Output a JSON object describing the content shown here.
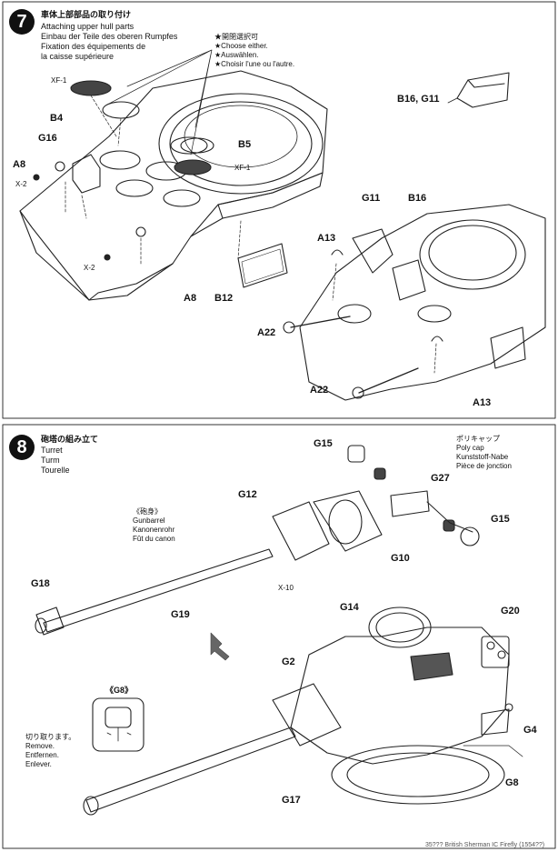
{
  "step7": {
    "number": "7",
    "title_jp": "車体上部部品の取り付け",
    "title_en": "Attaching upper hull parts",
    "title_de": "Einbau der Teile des oberen Rumpfes",
    "title_fr1": "Fixation des équipements de",
    "title_fr2": "la caisse supérieure",
    "option_jp": "★開閉選択可",
    "option_en": "★Choose either.",
    "option_de": "★Auswählen.",
    "option_fr": "★Choisir l'une ou l'autre.",
    "labels": {
      "xf1_a": "XF-1",
      "b4": "B4",
      "g16": "G16",
      "a8_left": "A8",
      "x2_a": "X-2",
      "b5": "B5",
      "xf1_b": "XF-1",
      "x2_b": "X-2",
      "a8_bottom": "A8",
      "b12": "B12",
      "b16_g11": "B16, G11",
      "g11": "G11",
      "b16": "B16",
      "a13_top": "A13",
      "a22_top": "A22",
      "a22_bottom": "A22",
      "a13_bottom": "A13"
    }
  },
  "step8": {
    "number": "8",
    "title_jp": "砲塔の組み立て",
    "title_en": "Turret",
    "title_de": "Turm",
    "title_fr": "Tourelle",
    "polycap_jp": "ポリキャップ",
    "polycap_en": "Poly cap",
    "polycap_de": "Kunststoff-Nabe",
    "polycap_fr": "Pièce de jonction",
    "gunbarrel_jp": "《砲身》",
    "gunbarrel_en": "Gunbarrel",
    "gunbarrel_de": "Kanonenrohr",
    "gunbarrel_fr": "Fût du canon",
    "g8_box_title": "《G8》",
    "remove_jp": "切り取ります。",
    "remove_en": "Remove.",
    "remove_de": "Entfernen.",
    "remove_fr": "Enlever.",
    "labels": {
      "g15_top": "G15",
      "g27": "G27",
      "g15_right": "G15",
      "g12": "G12",
      "g10": "G10",
      "x10": "X-10",
      "g18": "G18",
      "g19": "G19",
      "g14": "G14",
      "g20": "G20",
      "g2": "G2",
      "g4": "G4",
      "g8": "G8",
      "g17": "G17"
    }
  },
  "footer": {
    "text": "35??? British Sherman IC Firefly (1554??)"
  }
}
